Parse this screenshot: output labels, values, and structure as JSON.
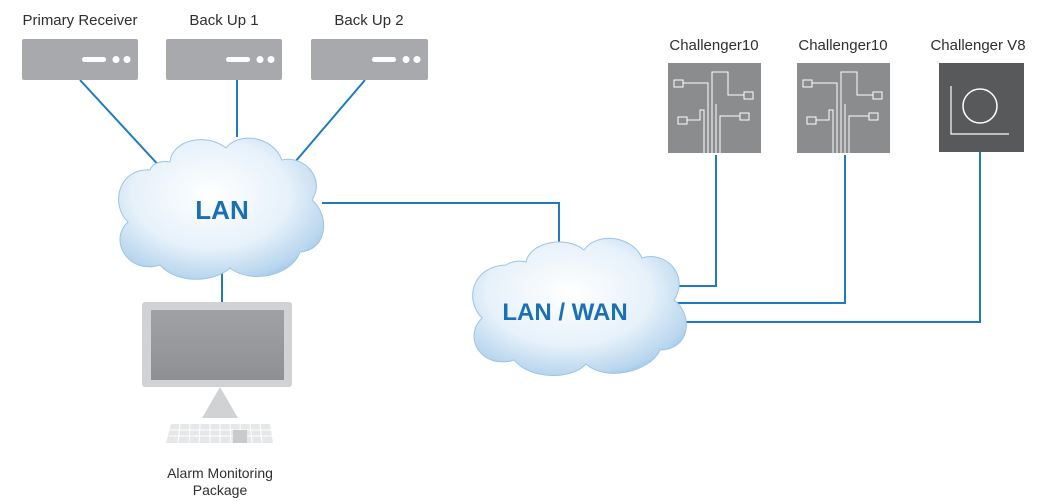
{
  "receivers": [
    {
      "label": "Primary Receiver"
    },
    {
      "label": "Back Up 1"
    },
    {
      "label": "Back Up 2"
    }
  ],
  "controllers": [
    {
      "label": "Challenger10"
    },
    {
      "label": "Challenger10"
    },
    {
      "label": "Challenger V8"
    }
  ],
  "lan_cloud": {
    "label": "LAN"
  },
  "wan_cloud": {
    "label": "LAN / WAN"
  },
  "workstation": {
    "label_line1": "Alarm Monitoring",
    "label_line2": "Package"
  },
  "colors": {
    "link": "#1f7bbf",
    "cloud_text": "#1a6fb5",
    "server": "#a7a9ac",
    "panel": "#8a8c8e",
    "panel_dark": "#58595b",
    "monitor": "#9d9fa2"
  }
}
